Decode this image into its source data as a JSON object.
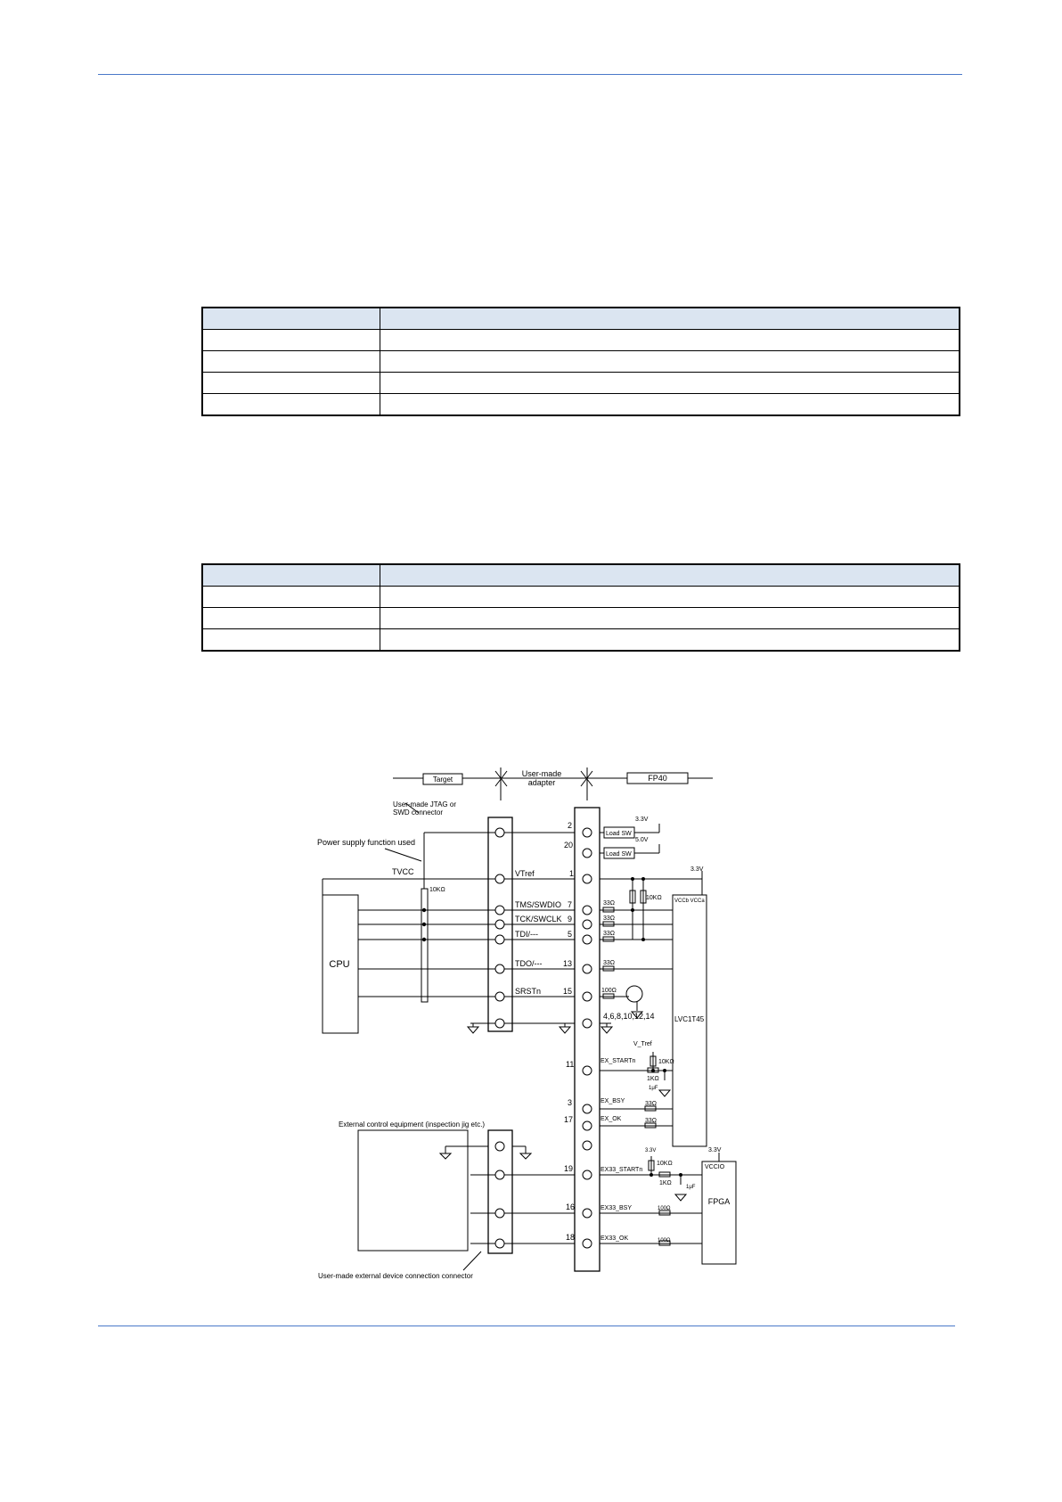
{
  "table1": {
    "header": [
      "",
      ""
    ],
    "rows": [
      [
        "",
        ""
      ],
      [
        "",
        ""
      ],
      [
        "",
        ""
      ],
      [
        "",
        ""
      ]
    ]
  },
  "table2": {
    "header": [
      "",
      ""
    ],
    "rows": [
      [
        "",
        ""
      ],
      [
        "",
        ""
      ],
      [
        "",
        ""
      ]
    ]
  },
  "diagram": {
    "target_label": "Target",
    "adapter_label_line1": "User-made",
    "adapter_label_line2": "adapter",
    "fp40_label": "FP40",
    "jtag_label_line1": "User-made JTAG or",
    "jtag_label_line2": "SWD connector",
    "power_supply_label": "Power supply function used",
    "tvcc_label": "TVCC",
    "resistor_10k": "10KΩ",
    "cpu_label": "CPU",
    "pin_vtref": "VTref",
    "pin_tms": "TMS/SWDIO",
    "pin_tck": "TCK/SWCLK",
    "pin_tdi": "TDI/---",
    "pin_tdo": "TDO/---",
    "pin_srst": "SRSTn",
    "num_2": "2",
    "num_20": "20",
    "num_1": "1",
    "num_7": "7",
    "num_9": "9",
    "num_5": "5",
    "num_13": "13",
    "num_15": "15",
    "num_gnd": "4,6,8,10,12,14",
    "num_11": "11",
    "num_3": "3",
    "num_17": "17",
    "num_19": "19",
    "num_16": "16",
    "num_18": "18",
    "load_sw": "Load SW",
    "v33": "3.3V",
    "v50": "5.0V",
    "r33": "33Ω",
    "r100": "100Ω",
    "r1k": "1KΩ",
    "c1u": "1μF",
    "vccb_vcca": "VCCb VCCa",
    "lvc_label": "LVC1T45",
    "v_tref": "V_Tref",
    "ex_startn": "EX_STARTn",
    "ex_bsy": "EX_BSY",
    "ex_ok": "EX_OK",
    "ext_ctrl_label": "External control equipment (inspection jig etc.)",
    "ex33_startn": "EX33_STARTn",
    "ex33_bsy": "EX33_BSY",
    "ex33_ok": "EX33_OK",
    "vccio": "VCCIO",
    "fpga_label": "FPGA",
    "ext_conn_label": "User-made external device connection connector"
  }
}
